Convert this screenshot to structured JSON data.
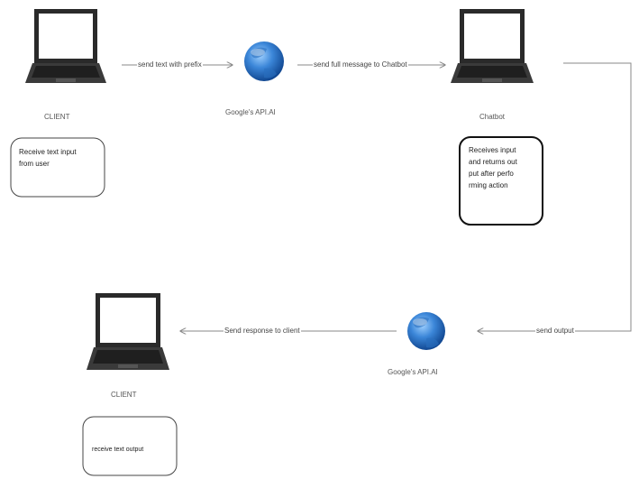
{
  "nodes": {
    "client_top": {
      "caption": "CLIENT",
      "note": "Receive text input\nfrom user"
    },
    "api_top": {
      "caption": "Google's API.AI"
    },
    "chatbot": {
      "caption": "Chatbot",
      "note": "Receives input\nand returns out\nput after perfo\nrming action"
    },
    "api_bottom": {
      "caption": "Google's API.AI"
    },
    "client_bottom": {
      "caption": "CLIENT",
      "note": "receive text output"
    }
  },
  "edges": {
    "client_to_api": "send text with prefix",
    "api_to_chatbot": "send full message to Chatbot",
    "chatbot_to_api": "send output",
    "api_to_client": "Send response to client"
  },
  "colors": {
    "line": "#8a8a8a",
    "laptop_body": "#2a2a2a",
    "laptop_screen": "#ffffff",
    "globe_dark": "#0b3f88",
    "globe_light": "#5aa6f0"
  }
}
